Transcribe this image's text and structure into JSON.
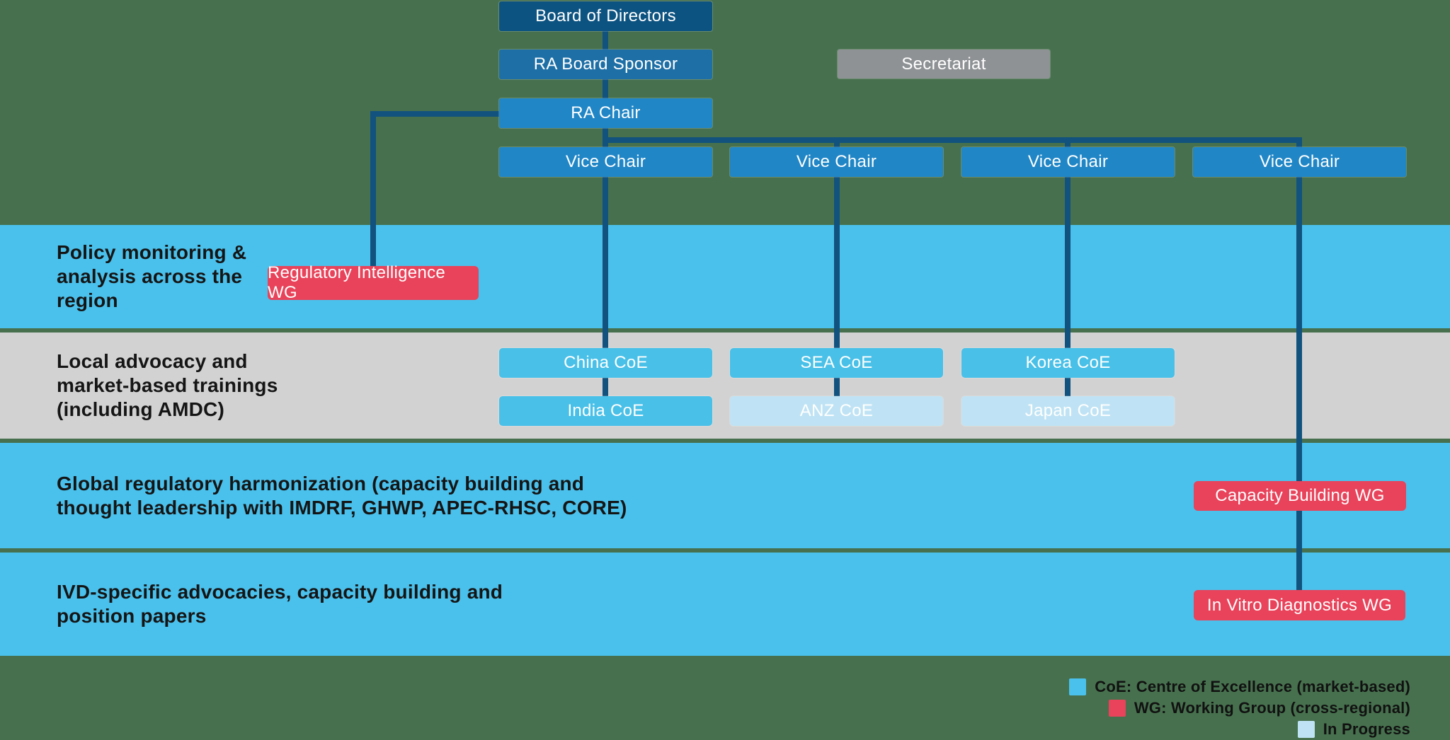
{
  "hierarchy": {
    "board": "Board of Directors",
    "ra_board_sponsor": "RA Board Sponsor",
    "secretariat": "Secretariat",
    "ra_chair": "RA Chair",
    "vice_chairs": [
      "Vice Chair",
      "Vice Chair",
      "Vice Chair",
      "Vice Chair"
    ]
  },
  "bands": [
    {
      "id": "policy-monitoring",
      "label": "Policy monitoring &\nanalysis across the\nregion",
      "bg": "#4ac1ec"
    },
    {
      "id": "local-advocacy",
      "label": "Local advocacy and\nmarket-based trainings\n(including AMDC)",
      "bg": "#d2d2d2"
    },
    {
      "id": "global-harmonization",
      "label": "Global regulatory harmonization (capacity building and\nthought leadership with IMDRF, GHWP, APEC-RHSC, CORE)",
      "bg": "#4ac1ec"
    },
    {
      "id": "ivd-specific",
      "label": "IVD-specific advocacies, capacity building and\nposition papers",
      "bg": "#4ac1ec"
    }
  ],
  "working_groups": {
    "regulatory_intelligence": "Regulatory Intelligence WG",
    "capacity_building": "Capacity Building WG",
    "in_vitro_diagnostics": "In Vitro Diagnostics WG"
  },
  "coes": {
    "china": "China CoE",
    "sea": "SEA CoE",
    "korea": "Korea CoE",
    "india": "India CoE",
    "anz": "ANZ CoE",
    "japan": "Japan CoE"
  },
  "legend": {
    "items": [
      {
        "label": "CoE: Centre of Excellence (market-based)",
        "swatch": "#4ac1ec"
      },
      {
        "label": "WG: Working Group (cross-regional)",
        "swatch": "#e8435a"
      },
      {
        "label": "In Progress",
        "swatch": "#bfe3f4"
      }
    ]
  },
  "colors": {
    "background": "#47714e",
    "navy_connector": "#11527e",
    "board_box": "#0d5381",
    "sponsor_box": "#1d6fa6",
    "chair_box": "#2086c6",
    "vice_chair_box": "#2086c6",
    "secretariat_box": "#8f9295",
    "band_blue": "#4ac1ec",
    "band_gray": "#d2d2d2",
    "coe_blue": "#49c0e8",
    "in_progress_blue": "#bfe3f4",
    "wg_red": "#e8435a"
  }
}
